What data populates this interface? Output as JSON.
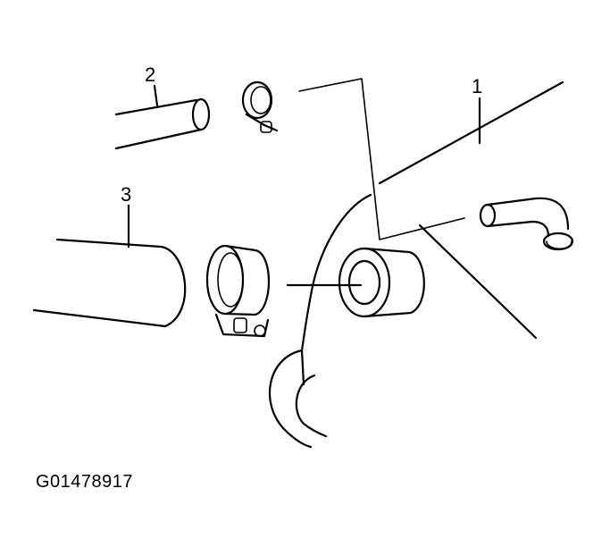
{
  "callouts": [
    {
      "id": "1",
      "label": "1"
    },
    {
      "id": "2",
      "label": "2"
    },
    {
      "id": "3",
      "label": "3"
    }
  ],
  "figure_id": "G01478917",
  "colors": {
    "ink": "#000000",
    "paper": "#ffffff"
  }
}
